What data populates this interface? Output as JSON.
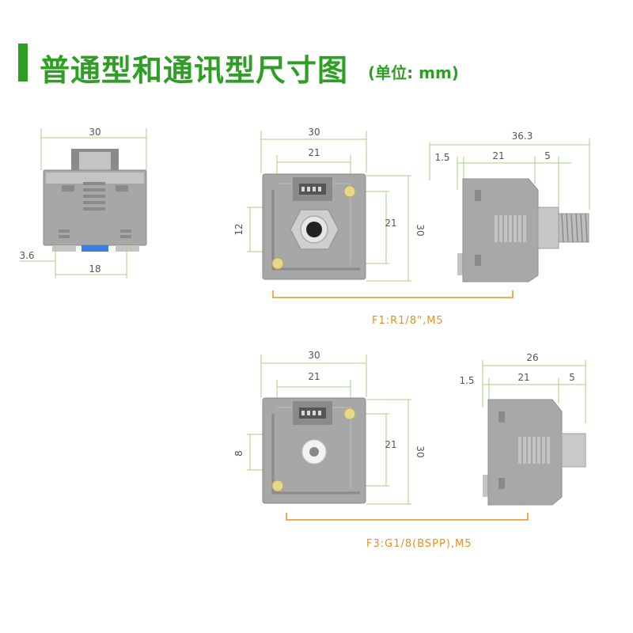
{
  "header": {
    "title": "普通型和通讯型尺寸图",
    "unit": "(单位: mm)",
    "accent_color": "#2e9e24"
  },
  "colors": {
    "dim_line": "#a9d07f",
    "dim_text": "#555555",
    "bracket": "#e8901f",
    "body": "#a7a7a7",
    "body_dark": "#8a8a8a",
    "body_light": "#c4c4c4",
    "screw": "#e6d88a",
    "blue_tab": "#3f7fdc"
  },
  "views": {
    "top_view": {
      "dims": {
        "width": "30",
        "left_offset": "3.6",
        "spacing": "18"
      }
    },
    "f1_front": {
      "dims": {
        "width": "30",
        "inner_width": "21",
        "height": "30",
        "inner_height": "21",
        "port_height": "12"
      }
    },
    "f1_side": {
      "dims": {
        "total": "36.3",
        "flange": "1.5",
        "body": "21",
        "thread": "5"
      }
    },
    "f3_front": {
      "dims": {
        "width": "30",
        "inner_width": "21",
        "height": "30",
        "inner_height": "21",
        "port_height": "8"
      }
    },
    "f3_side": {
      "dims": {
        "total": "26",
        "flange": "1.5",
        "body": "21",
        "thread": "5"
      }
    }
  },
  "captions": {
    "f1": "F1:R1/8\",M5",
    "f3": "F3:G1/8(BSPP),M5"
  }
}
